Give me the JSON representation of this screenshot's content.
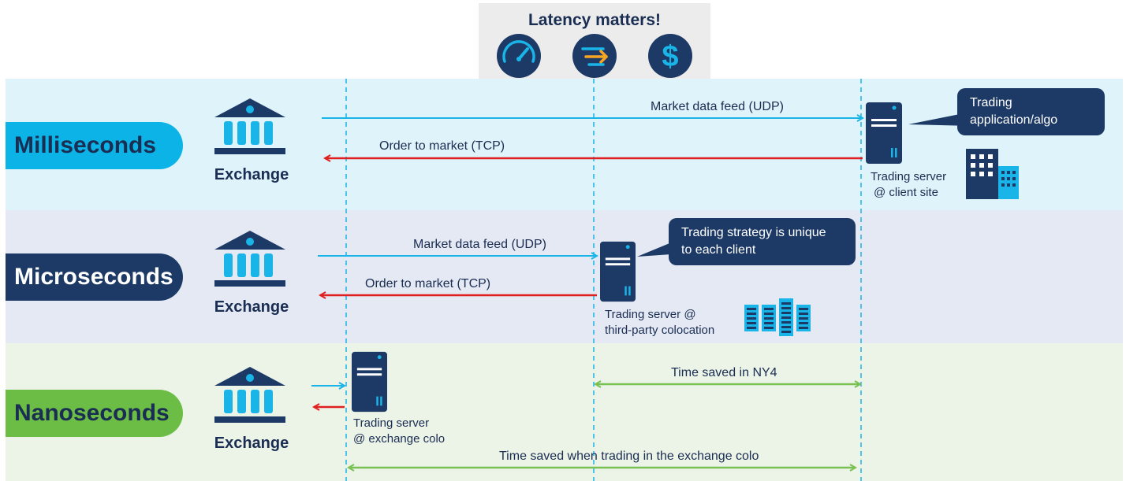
{
  "header": {
    "title": "Latency matters!",
    "icons": [
      "speedometer-icon",
      "arrow-transfer-icon",
      "dollar-icon"
    ]
  },
  "tiers": {
    "milliseconds": {
      "label": "Milliseconds",
      "exchange": "Exchange",
      "feed": "Market data feed (UDP)",
      "order": "Order to market (TCP)",
      "server_line1": "Trading server",
      "server_line2": "@ client site",
      "callout_line1": "Trading",
      "callout_line2": "application/algo"
    },
    "microseconds": {
      "label": "Microseconds",
      "exchange": "Exchange",
      "feed": "Market data feed (UDP)",
      "order": "Order to market (TCP)",
      "server_line1": "Trading server @",
      "server_line2": "third-party colocation",
      "callout_line1": "Trading strategy is unique",
      "callout_line2": "to each client"
    },
    "nanoseconds": {
      "label": "Nanoseconds",
      "exchange": "Exchange",
      "server_line1": "Trading server",
      "server_line2": "@ exchange colo",
      "saved_ny4": "Time saved in NY4",
      "saved_colo": "Time saved when trading in the exchange colo"
    }
  },
  "colors": {
    "navy": "#1d3a66",
    "cyan": "#0cb3e6",
    "green": "#6cbd45",
    "red": "#e02020",
    "feed_arrow": "#19b5e8",
    "saved_arrow": "#79c152"
  }
}
